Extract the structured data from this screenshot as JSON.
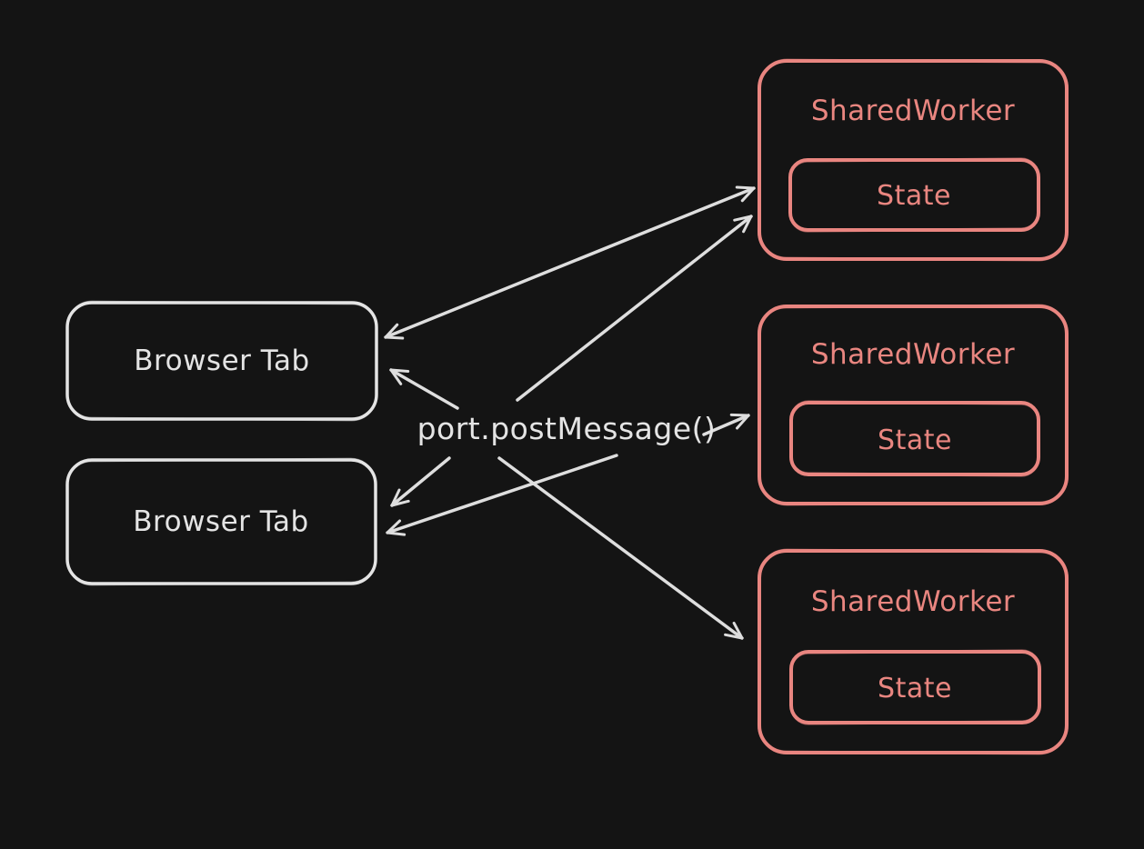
{
  "colors": {
    "background": "#141414",
    "neutral_stroke": "#e4e4e4",
    "accent_stroke": "#e98680",
    "arrow_stroke": "#dedede"
  },
  "center_label": "port.postMessage()",
  "browser_tabs": [
    {
      "label": "Browser Tab"
    },
    {
      "label": "Browser Tab"
    }
  ],
  "shared_workers": [
    {
      "label": "SharedWorker",
      "state": "State"
    },
    {
      "label": "SharedWorker",
      "state": "State"
    },
    {
      "label": "SharedWorker",
      "state": "State"
    }
  ]
}
